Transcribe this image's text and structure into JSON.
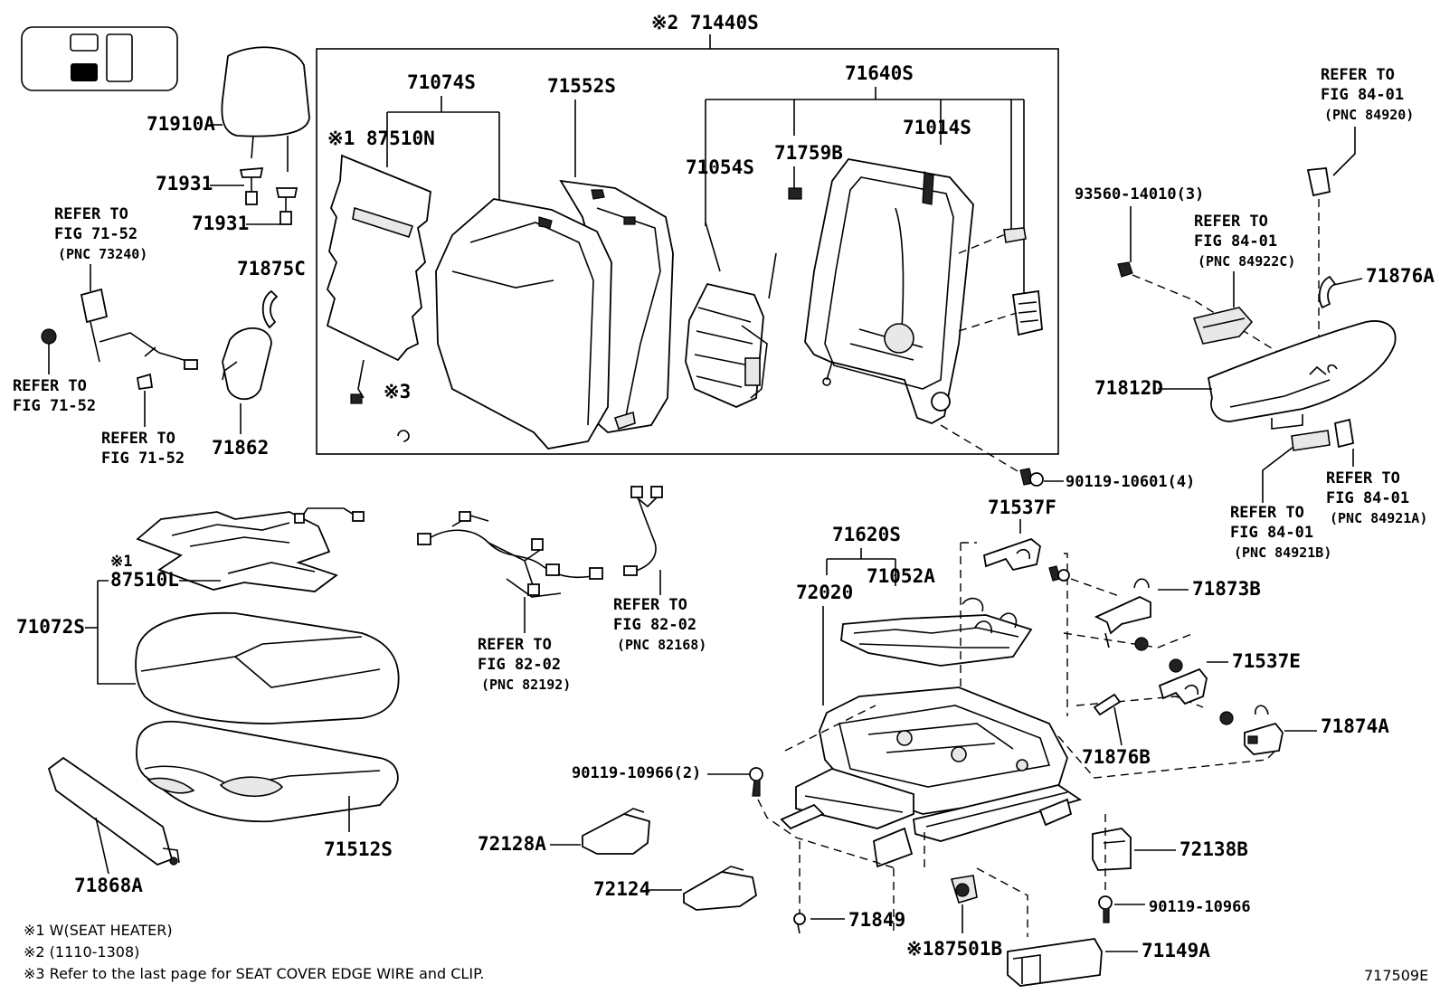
{
  "diagram_id": "717509E",
  "labels": {
    "l71440S": "※2 71440S",
    "l71074S": "71074S",
    "l71552S": "71552S",
    "l71640S": "71640S",
    "l87510N": "※1 87510N",
    "l71759B": "71759B",
    "l71014S": "71014S",
    "l71054S": "71054S",
    "l93560": "93560-14010(3)",
    "l71910A": "71910A",
    "l71931a": "71931",
    "l71931b": "71931",
    "l71875C": "71875C",
    "l71862": "71862",
    "l71876A": "71876A",
    "l71812D": "71812D",
    "l90119_10601": "90119-10601(4)",
    "l71537F": "71537F",
    "l71620S": "71620S",
    "l72020": "72020",
    "l71052A": "71052A",
    "l71873B": "71873B",
    "l71537E": "71537E",
    "l71874A": "71874A",
    "l71876B": "71876B",
    "l90119_10966_2": "90119-10966(2)",
    "l72128A": "72128A",
    "l72124": "72124",
    "l72138B": "72138B",
    "l90119_10966": "90119-10966",
    "l71849": "71849",
    "l87501B": "※187501B",
    "l71149A": "71149A",
    "l87510L_mark": "※1",
    "l87510L": "87510L",
    "l71072S": "71072S",
    "l71512S": "71512S",
    "l71868A": "71868A",
    "l_mark3": "※3"
  },
  "refs": {
    "r_7152_top": [
      "REFER TO",
      "FIG 71-52",
      "(PNC 73240)"
    ],
    "r_7152_left": [
      "REFER TO",
      "FIG 71-52"
    ],
    "r_7152_bottom": [
      "REFER TO",
      "FIG 71-52"
    ],
    "r_8401_top": [
      "REFER TO",
      "FIG 84-01",
      "(PNC 84920)"
    ],
    "r_8401_mid": [
      "REFER TO",
      "FIG 84-01",
      "(PNC 84922C)"
    ],
    "r_8401_b": [
      "REFER TO",
      "FIG 84-01",
      "(PNC 84921B)"
    ],
    "r_8401_a": [
      "REFER TO",
      "FIG 84-01",
      "(PNC 84921A)"
    ],
    "r_8202_left": [
      "REFER TO",
      "FIG 82-02",
      "(PNC 82192)"
    ],
    "r_8202_right": [
      "REFER TO",
      "FIG 82-02",
      "(PNC 82168)"
    ]
  },
  "notes": [
    "※1  W(SEAT  HEATER)",
    "※2  (1110-1308)",
    "※3  Refer to the last page for SEAT COVER EDGE WIRE and CLIP."
  ]
}
